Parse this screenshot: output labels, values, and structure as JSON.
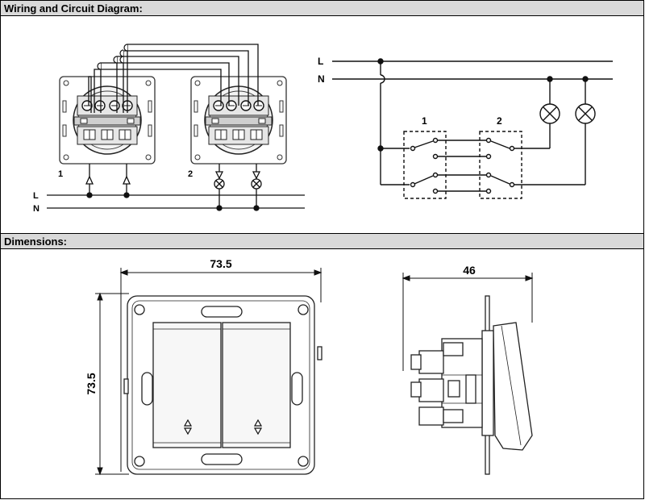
{
  "sections": {
    "wiring_title": "Wiring and Circuit Diagram:",
    "dimensions_title": "Dimensions:"
  },
  "wiring": {
    "switch1_number": "1",
    "switch2_number": "2",
    "line_L": "L",
    "line_N": "N"
  },
  "circuit": {
    "line_L": "L",
    "line_N": "N",
    "switch1_label": "1",
    "switch2_label": "2"
  },
  "dimensions": {
    "width": "73.5",
    "height": "73.5",
    "depth": "46"
  }
}
